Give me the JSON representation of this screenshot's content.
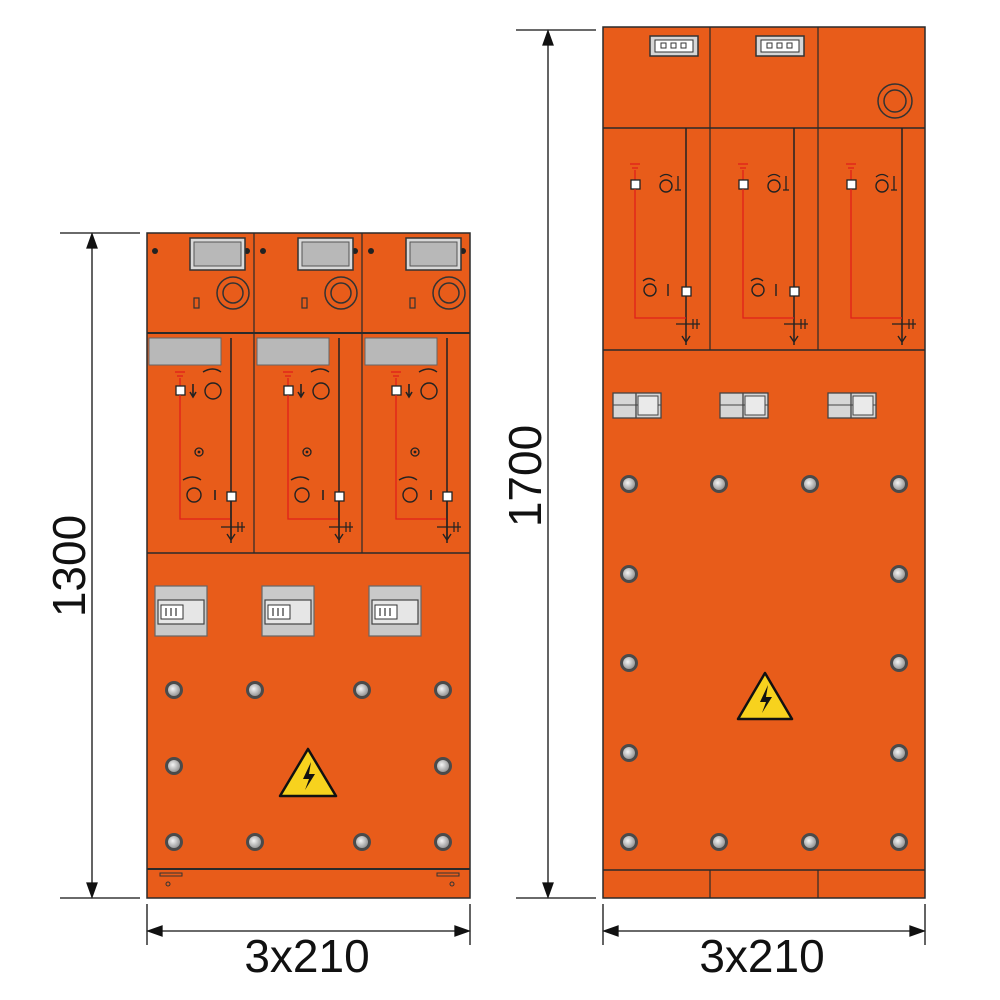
{
  "dimensions": {
    "left_height": "1300",
    "left_width": "3x210",
    "right_height": "1700",
    "right_width": "3x210"
  },
  "colors": {
    "panel": "#e85c1a",
    "outline": "#2a2a2a",
    "window": "#b8b8b8",
    "schematic_red": "#e0201a",
    "warning_yellow": "#f7d21e"
  },
  "icons": [
    "high-voltage-warning-icon",
    "bolt-icon",
    "knob-icon",
    "switch-symbol-icon"
  ]
}
